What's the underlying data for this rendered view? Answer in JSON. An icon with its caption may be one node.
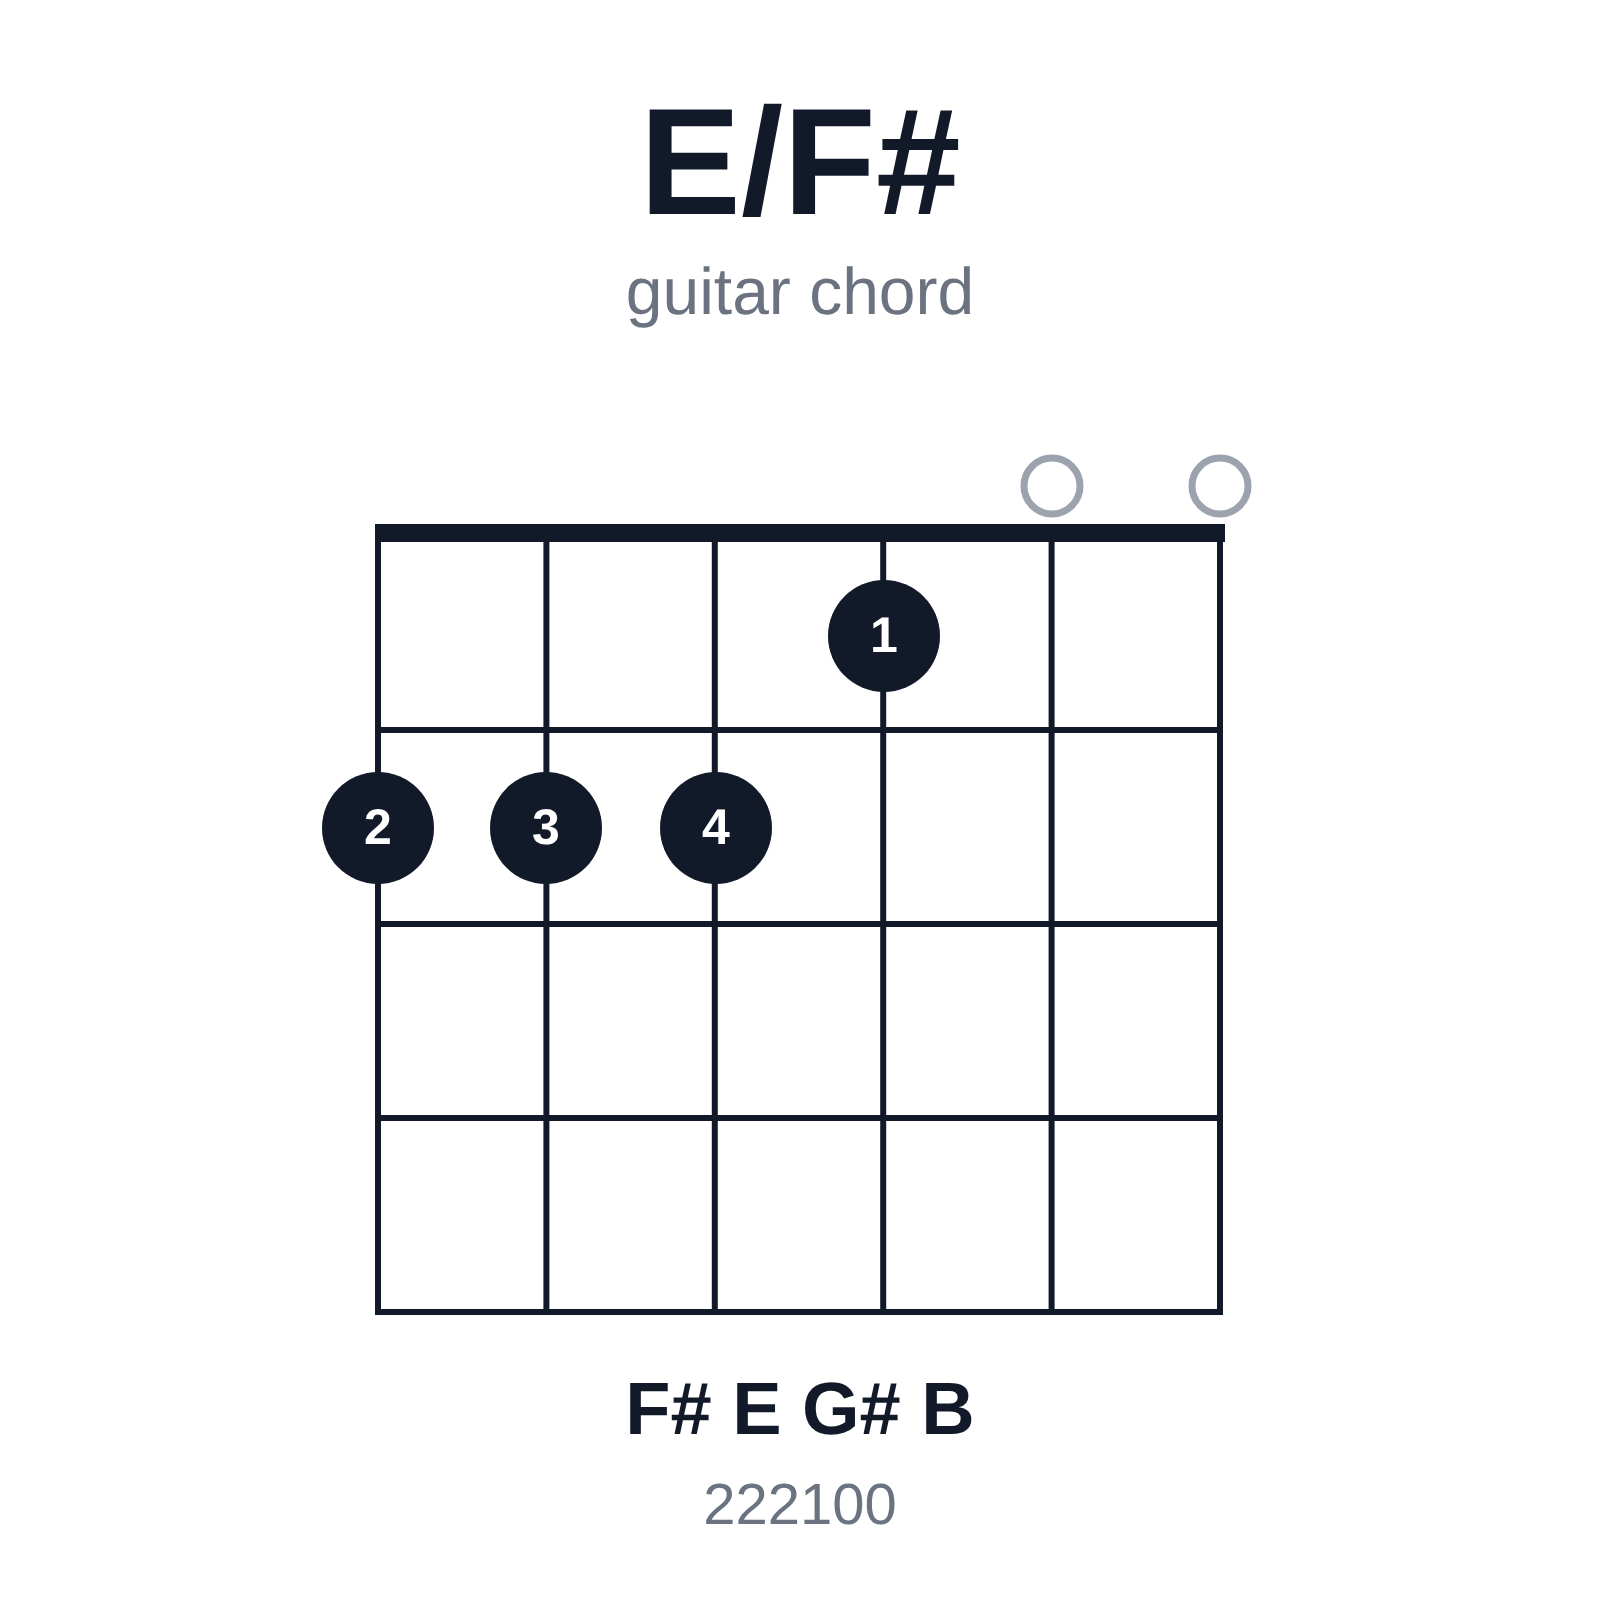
{
  "diagram": {
    "title": "E/F#",
    "nodes": [
      {
        "text": [],
        "shape": "circle"
      },
      {
        "text": [],
        "shape": "circle"
      },
      {
        "text": [
          "1"
        ]
      },
      {
        "text": [
          "2"
        ]
      },
      {
        "text": [
          "3"
        ]
      },
      {
        "text": [
          "4"
        ]
      }
    ],
    "labels": [
      "guitar chord",
      "F# E G# B",
      "222100"
    ]
  }
}
